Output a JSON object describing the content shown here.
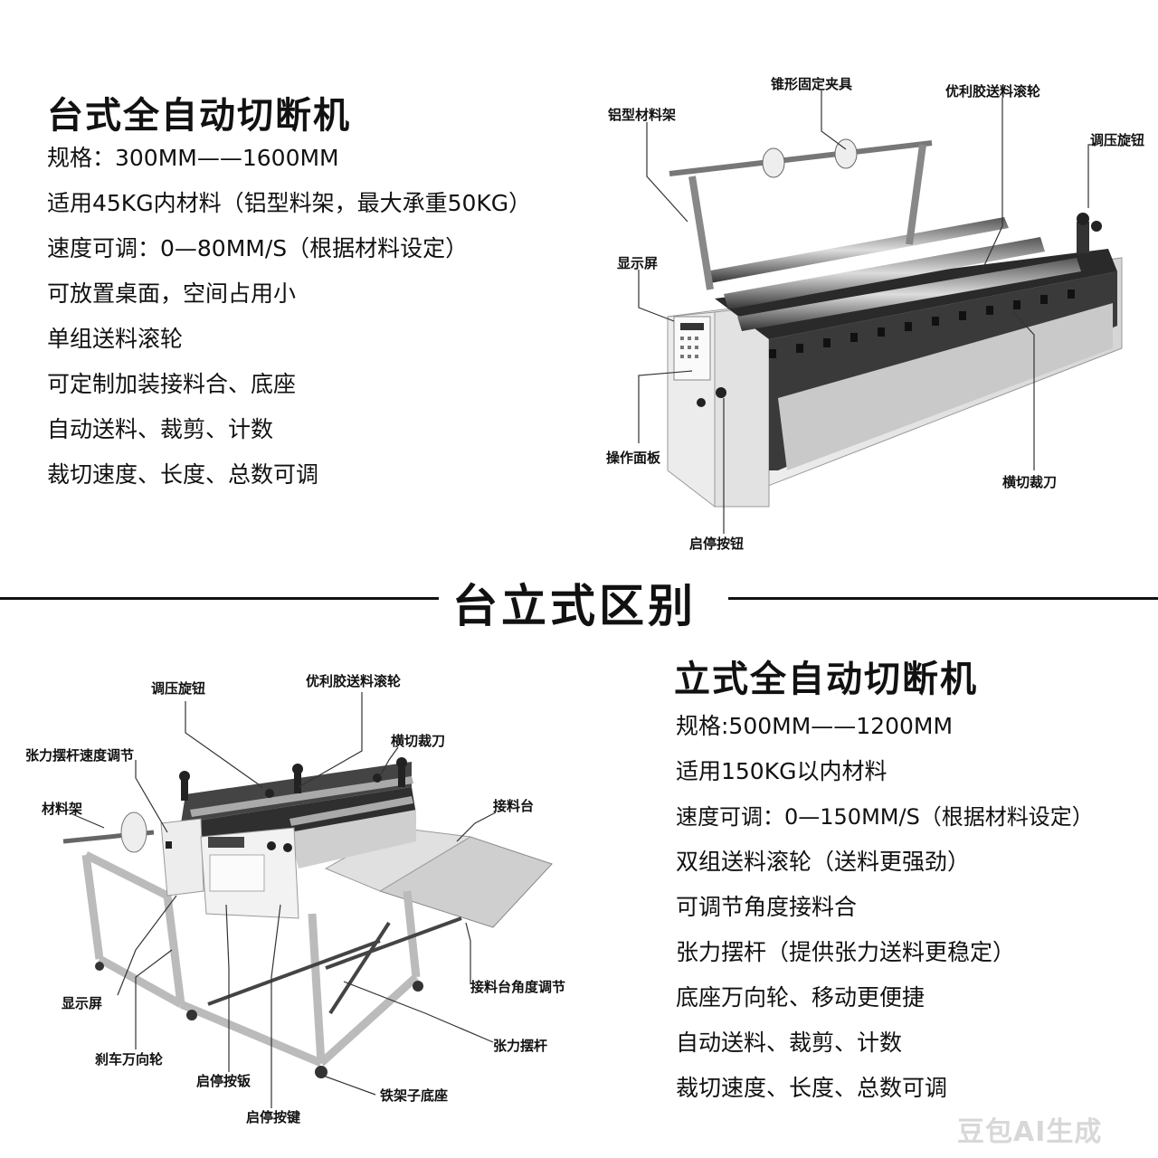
{
  "desktop": {
    "title": "台式全自动切断机",
    "specs": [
      "规格：300MM——1600MM",
      "适用45KG内材料（铝型料架，最大承重50KG）",
      "速度可调：0—80MM/S（根据材料设定）",
      "可放置桌面，空间占用小",
      "单组送料滚轮",
      "可定制加装接料合、底座",
      "自动送料、裁剪、计数",
      "裁切速度、长度、总数可调"
    ],
    "callouts": {
      "fixture": "锥形固定夹具",
      "rack": "铝型材料架",
      "roller": "优利胶送料滚轮",
      "knob": "调压旋钮",
      "screen": "显示屏",
      "panel": "操作面板",
      "knife": "横切裁刀",
      "button": "启停按钮"
    }
  },
  "divider": {
    "title": "台立式区别"
  },
  "vertical": {
    "title": "立式全自动切断机",
    "specs": [
      "规格:500MM——1200MM",
      "适用150KG以内材料",
      "速度可调：0—150MM/S（根据材料设定）",
      "双组送料滚轮（送料更强劲）",
      "可调节角度接料合",
      "张力摆杆（提供张力送料更稳定）",
      "底座万向轮、移动更便捷",
      "自动送料、裁剪、计数",
      "裁切速度、长度、总数可调"
    ],
    "callouts": {
      "knob": "调压旋钮",
      "roller": "优利胶送料滚轮",
      "tension_speed": "张力摆杆速度调节",
      "knife": "横切裁刀",
      "rack": "材料架",
      "tray": "接料台",
      "screen": "显示屏",
      "tray_angle": "接料台角度调节",
      "tension_arm": "张力摆杆",
      "caster": "刹车万向轮",
      "switch": "启停按钣",
      "key": "启停按键",
      "base": "铁架子底座"
    }
  },
  "watermark": "豆包AI生成"
}
